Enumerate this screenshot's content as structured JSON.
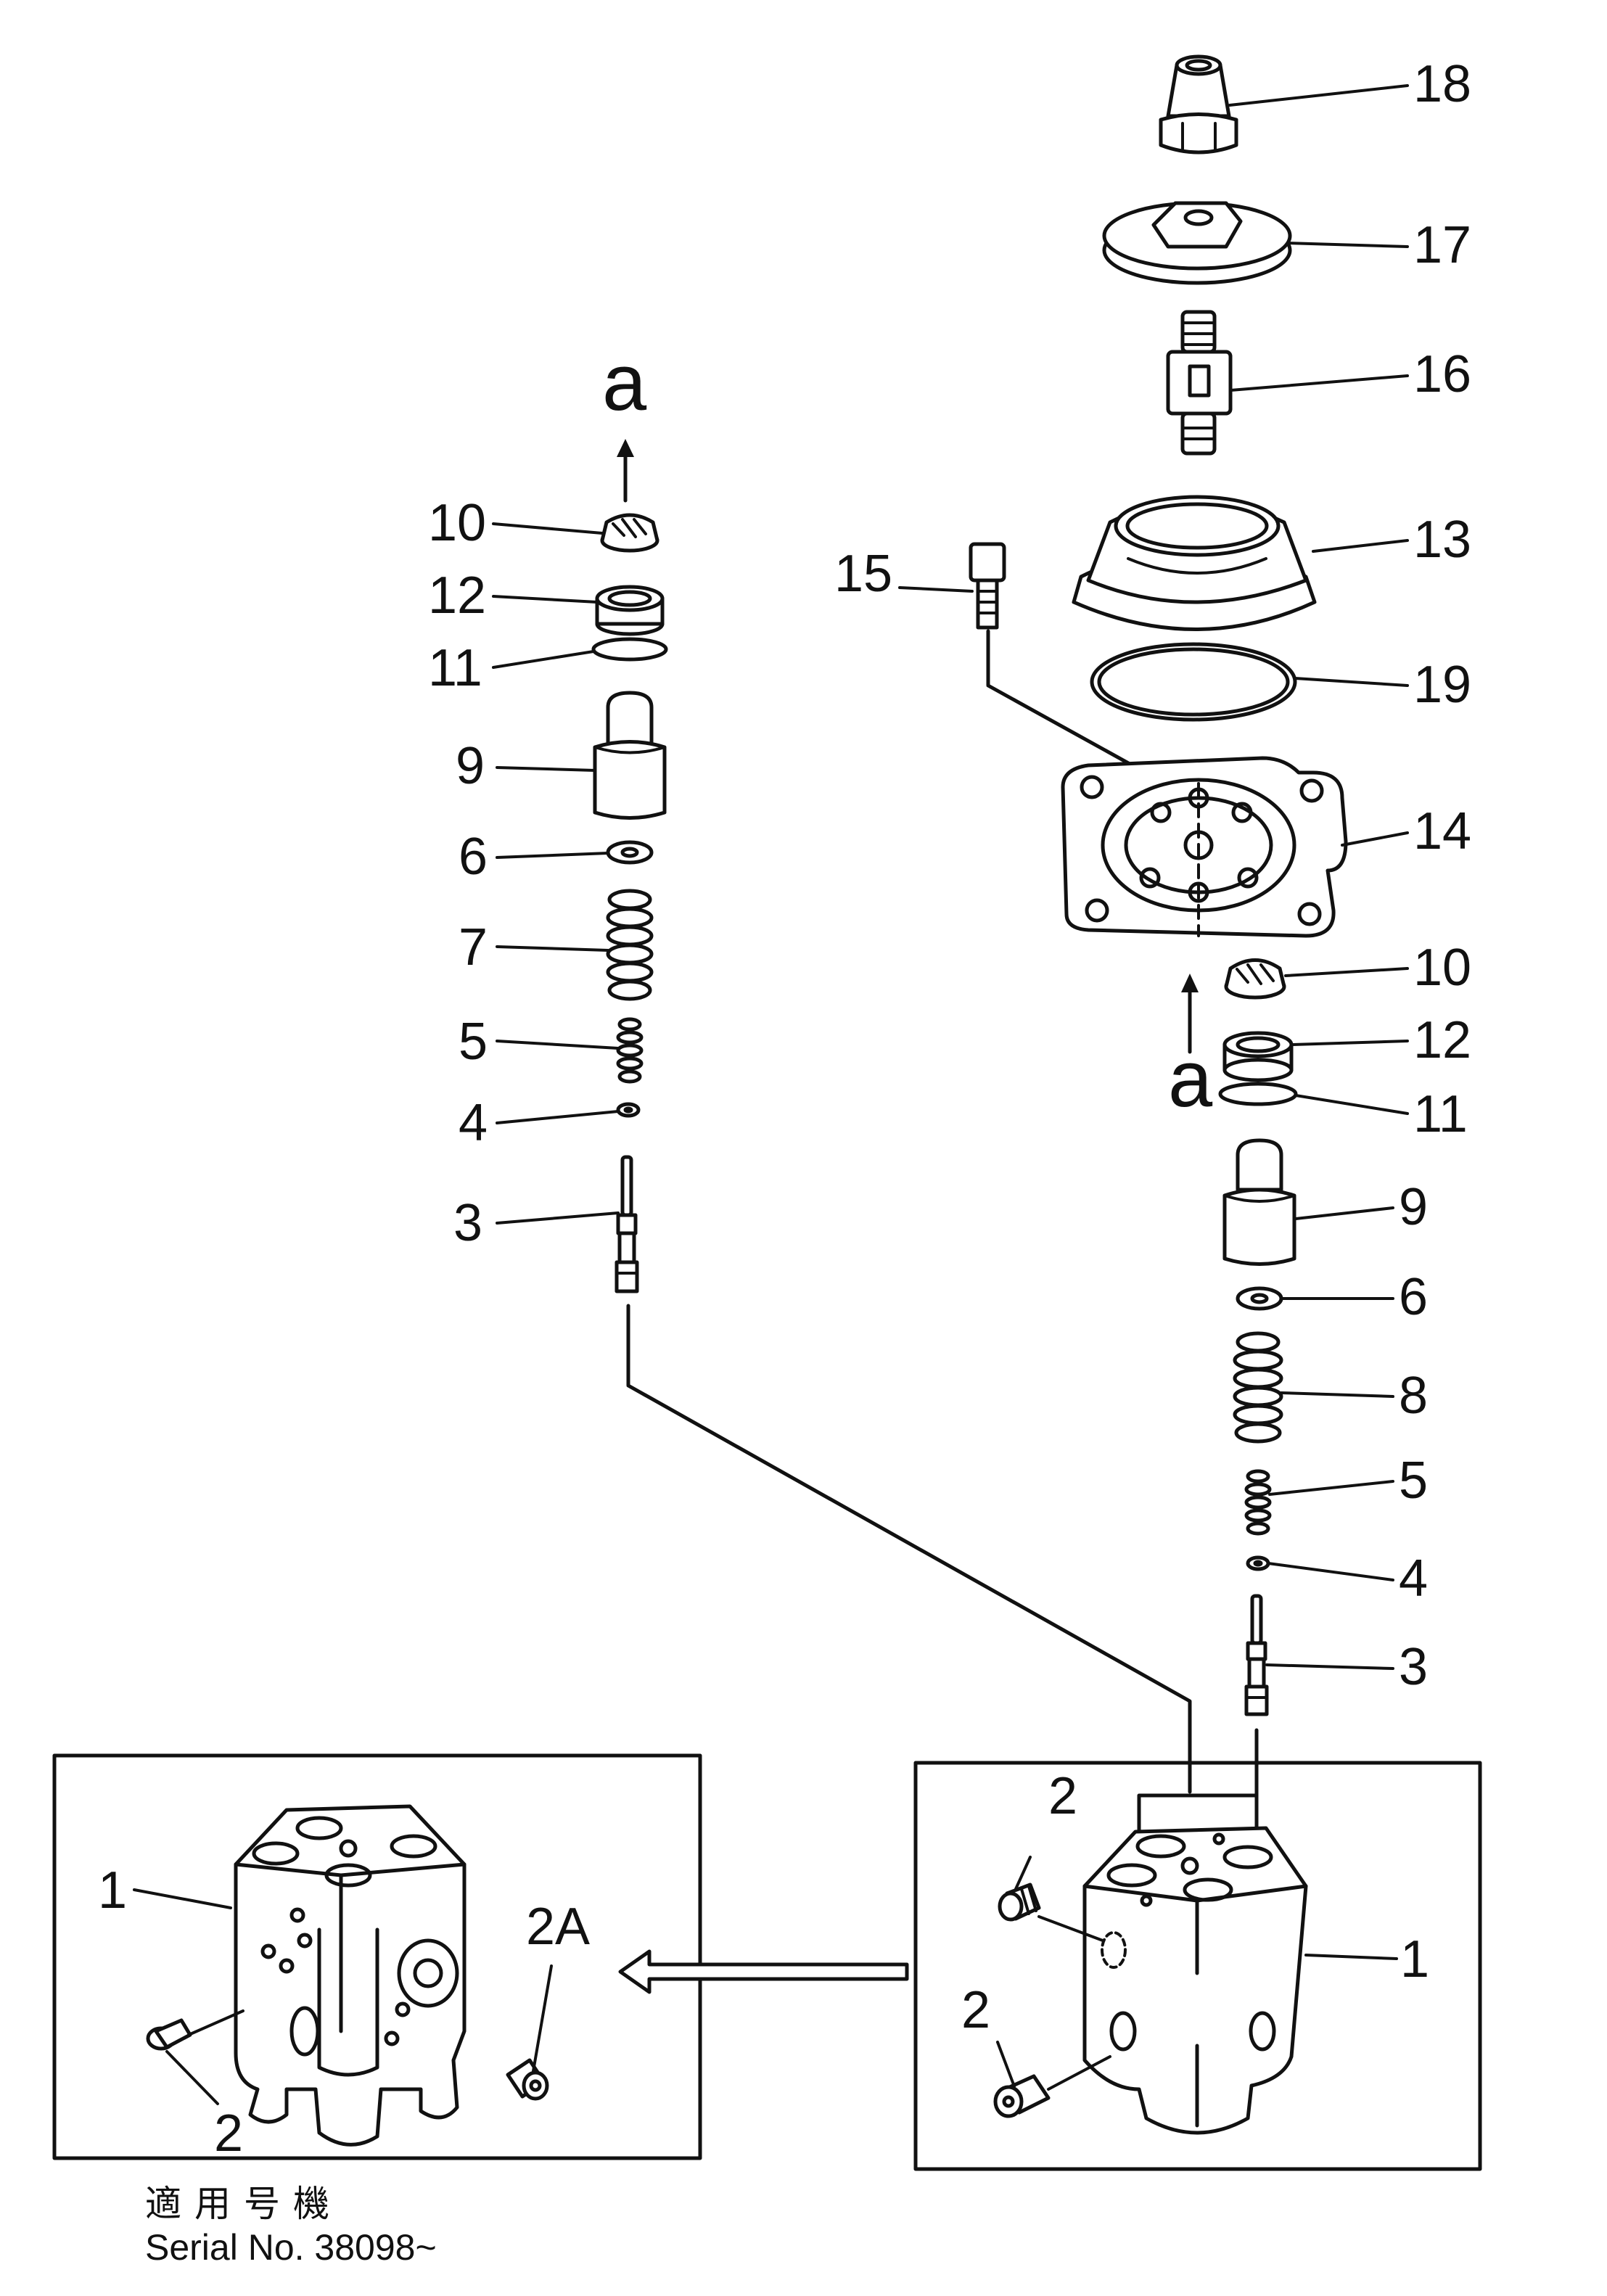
{
  "labels": {
    "a_top": "a",
    "a_right": "a",
    "left": {
      "p10": "10",
      "p12": "12",
      "p11": "11",
      "p9": "9",
      "p6": "6",
      "p7": "7",
      "p5": "5",
      "p4": "4",
      "p3": "3"
    },
    "right": {
      "p18": "18",
      "p17": "17",
      "p16": "16",
      "p13": "13",
      "p15": "15",
      "p19": "19",
      "p14": "14",
      "p10": "10",
      "p12": "12",
      "p11": "11",
      "p9": "9",
      "p6": "6",
      "p8": "8",
      "p5": "5",
      "p4": "4",
      "p3": "3"
    },
    "box_left": {
      "p1": "1",
      "p2": "2",
      "p2a": "2A"
    },
    "box_right": {
      "p1": "1",
      "p2_top": "2",
      "p2_bottom": "2"
    }
  },
  "footer": {
    "japanese": "適用号機",
    "serial": "Serial No. 38098~"
  }
}
